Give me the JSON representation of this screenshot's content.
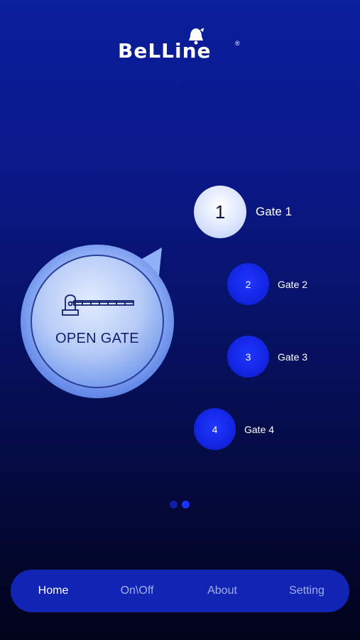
{
  "app": {
    "logo_text": "BeLLine",
    "logo_registered": "®"
  },
  "main_button": {
    "label": "OPEN GATE",
    "icon": "gate-barrier-icon"
  },
  "gates": [
    {
      "number": "1",
      "label": "Gate 1",
      "selected": true
    },
    {
      "number": "2",
      "label": "Gate 2",
      "selected": false
    },
    {
      "number": "3",
      "label": "Gate 3",
      "selected": false
    },
    {
      "number": "4",
      "label": "Gate 4",
      "selected": false
    }
  ],
  "pager": {
    "pages": 2,
    "current": 2
  },
  "nav": {
    "items": [
      {
        "label": "Home",
        "active": true
      },
      {
        "label": "On\\Off",
        "active": false
      },
      {
        "label": "About",
        "active": false
      },
      {
        "label": "Setting",
        "active": false
      }
    ]
  },
  "colors": {
    "background_top": "#0a1f9c",
    "background_bottom": "#01031a",
    "accent": "#1427e6",
    "nav_bg": "#1224b3",
    "main_button_light": "#bcd0f7",
    "main_button_text": "#12206f"
  }
}
